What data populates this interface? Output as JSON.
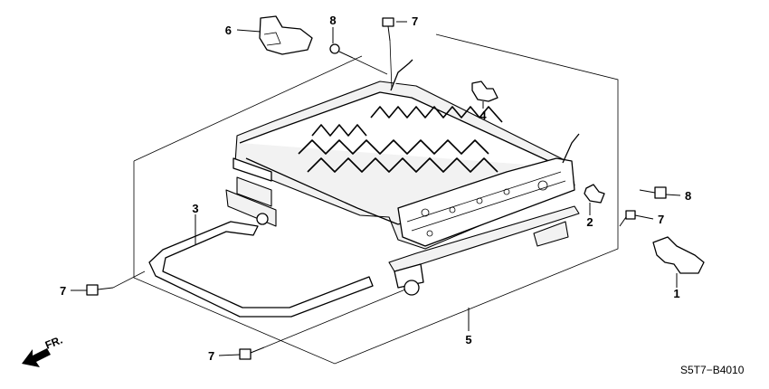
{
  "diagram": {
    "code": "S5T7−B4010",
    "front_label": "FR.",
    "callouts": [
      {
        "id": "c6",
        "num": "6"
      },
      {
        "id": "c8a",
        "num": "8"
      },
      {
        "id": "c7a",
        "num": "7"
      },
      {
        "id": "c4",
        "num": "4"
      },
      {
        "id": "c3",
        "num": "3"
      },
      {
        "id": "c8b",
        "num": "8"
      },
      {
        "id": "c2",
        "num": "2"
      },
      {
        "id": "c7b",
        "num": "7"
      },
      {
        "id": "c7c",
        "num": "7"
      },
      {
        "id": "c1",
        "num": "1"
      },
      {
        "id": "c5",
        "num": "5"
      },
      {
        "id": "c7d",
        "num": "7"
      }
    ]
  }
}
